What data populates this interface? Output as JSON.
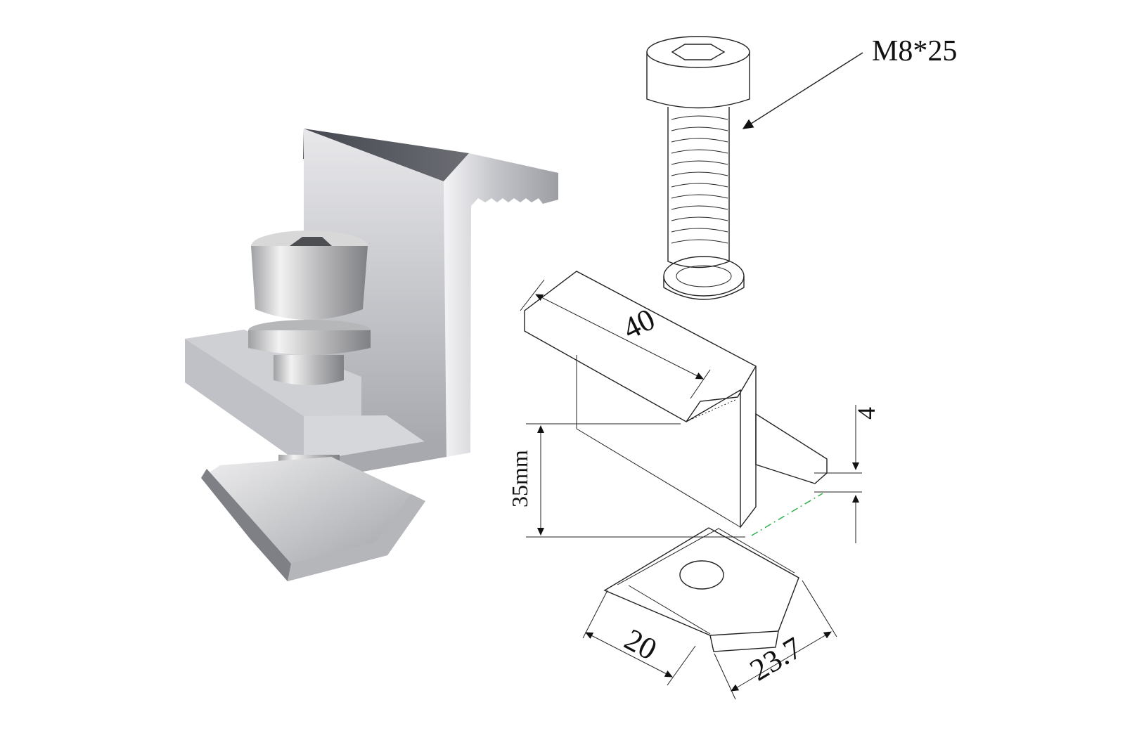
{
  "labels": {
    "bolt": "M8*25",
    "length": "40",
    "height": "35mm",
    "thickness": "4",
    "nut_width": "20",
    "nut_length": "23.7"
  },
  "colors": {
    "aluminum_light": "#d8d8dc",
    "aluminum_mid": "#b7b8bd",
    "aluminum_dark": "#8e9096",
    "edge_dark": "#5c5e63",
    "bolt_steel": "#c7c7c7",
    "accent_green": "#31b24d"
  },
  "icons": {
    "clamp": "end-clamp-3d-render",
    "diagram": "technical-line-drawing"
  }
}
